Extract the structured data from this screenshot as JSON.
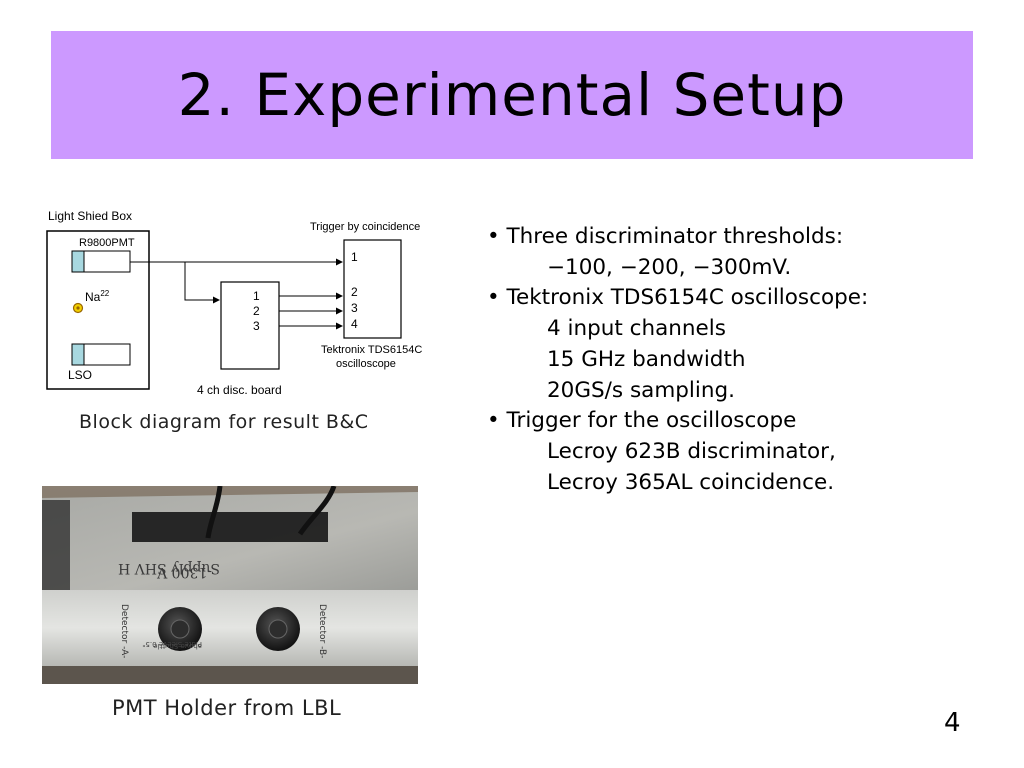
{
  "slide": {
    "title": "2. Experimental Setup",
    "page_number": "4"
  },
  "diagram": {
    "box_label": "Light Shied Box",
    "pmt_label": "R9800PMT",
    "source_label": "Na",
    "source_superscript": "22",
    "lso_label": "LSO",
    "disc_label": "4 ch disc. board",
    "disc_inputs": [
      "1",
      "2",
      "3"
    ],
    "scope_inputs": [
      "1",
      "2",
      "3",
      "4"
    ],
    "trigger_label": "Trigger by coincidence",
    "scope_label_line1": "Tektronix TDS6154C",
    "scope_label_line2": "oscilloscope",
    "caption": "Block diagram for result B&C"
  },
  "photo": {
    "caption": "PMT Holder from LBL",
    "handwriting_line1": "-1300 V",
    "handwriting_line2": "Supply SHV H",
    "label_left": "Detector -A-",
    "label_right": "Detector -B-",
    "center_note_line1": "Plate Sleeve 0.5\"",
    "center_note_line2": "above Shuttle"
  },
  "bullets": [
    {
      "type": "bullet",
      "text": "• Three discriminator thresholds:"
    },
    {
      "type": "sub",
      "text": "−100, −200, −300mV."
    },
    {
      "type": "bullet",
      "text": "• Tektronix TDS6154C oscilloscope:"
    },
    {
      "type": "sub",
      "text": "4 input channels"
    },
    {
      "type": "sub",
      "text": "15 GHz bandwidth"
    },
    {
      "type": "sub",
      "text": "20GS/s sampling."
    },
    {
      "type": "bullet",
      "text": "• Trigger for the oscilloscope"
    },
    {
      "type": "sub",
      "text": "Lecroy 623B discriminator,"
    },
    {
      "type": "sub",
      "text": "Lecroy 365AL coincidence."
    }
  ]
}
